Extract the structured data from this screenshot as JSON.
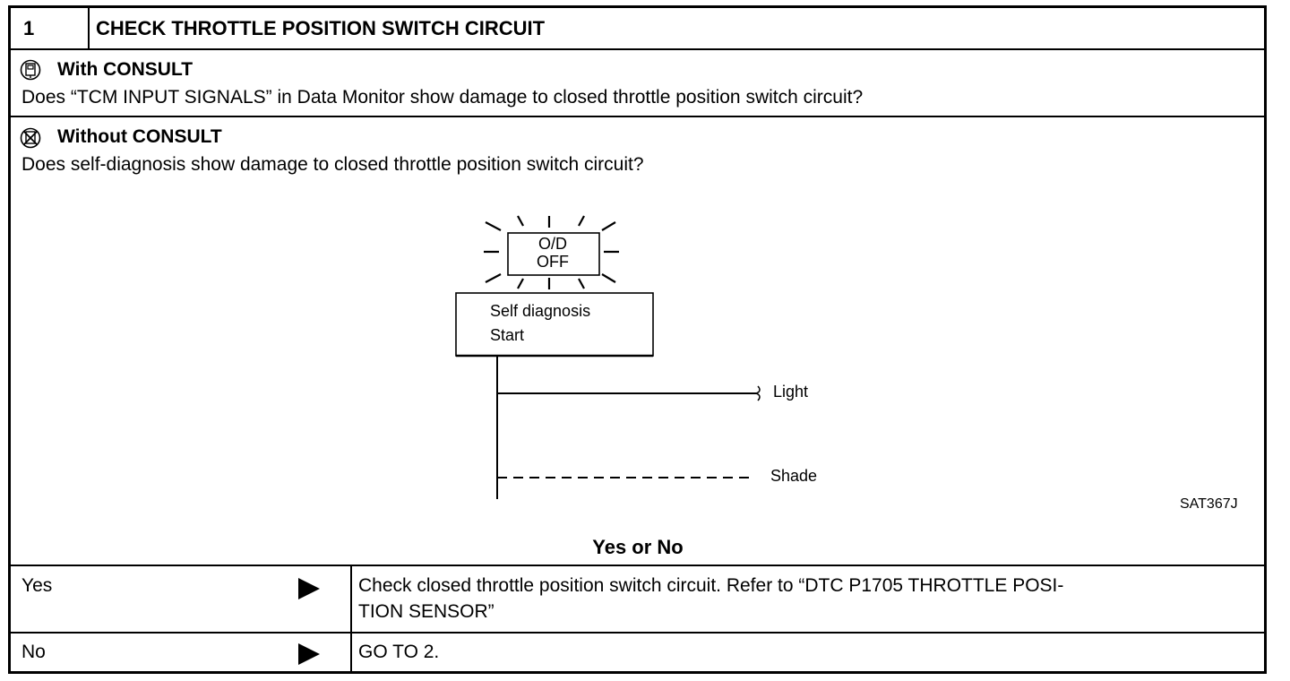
{
  "header": {
    "step_number": "1",
    "title": "CHECK THROTTLE POSITION SWITCH CIRCUIT"
  },
  "with_consult": {
    "icon": "consult-icon",
    "label": "With CONSULT",
    "question": "Does “TCM INPUT SIGNALS” in Data Monitor show damage to closed throttle position switch circuit?"
  },
  "without_consult": {
    "icon": "no-consult-icon",
    "label": "Without CONSULT",
    "question": "Does self-diagnosis show damage to closed throttle position switch circuit?"
  },
  "diagram": {
    "lamp_line1": "O/D",
    "lamp_line2": "OFF",
    "box_line1": "Self diagnosis",
    "box_line2": "Start",
    "light_label": "Light",
    "shade_label": "Shade",
    "figure_code": "SAT367J"
  },
  "decision": {
    "heading": "Yes or No",
    "rows": [
      {
        "answer": "Yes",
        "action_line1": "Check closed throttle position switch circuit. Refer to “DTC P1705 THROTTLE POSI-",
        "action_line2": "TION SENSOR”"
      },
      {
        "answer": "No",
        "action_line1": "GO TO 2."
      }
    ]
  }
}
